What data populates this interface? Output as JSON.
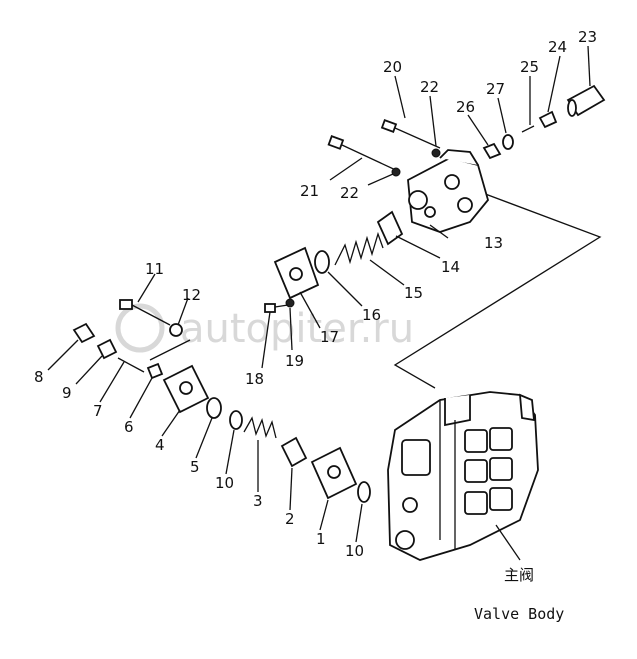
{
  "watermark": "autopiter.ru",
  "labels": {
    "main_valve_cn": "主阀",
    "caption": "Valve Body"
  },
  "callouts": [
    "1",
    "2",
    "3",
    "4",
    "5",
    "6",
    "7",
    "8",
    "9",
    "10",
    "10",
    "11",
    "12",
    "13",
    "14",
    "15",
    "16",
    "17",
    "18",
    "19",
    "20",
    "21",
    "22",
    "22",
    "23",
    "24",
    "25",
    "26",
    "27"
  ]
}
